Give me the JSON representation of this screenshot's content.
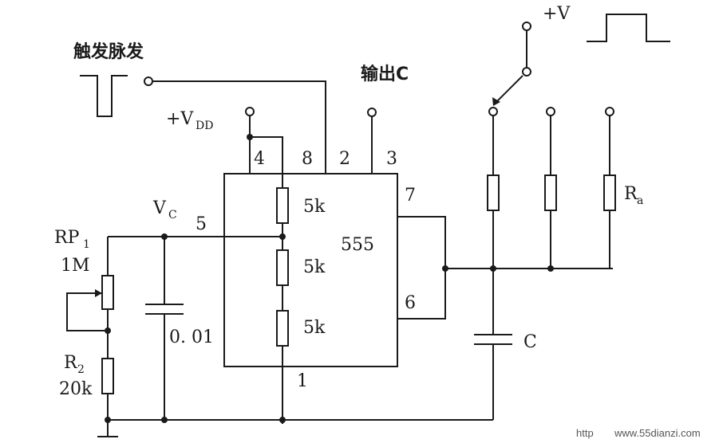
{
  "labels": {
    "trigger_pulse": "触发脉发",
    "vdd_plus": "+V",
    "vdd_sub": "DD",
    "output": "输出C",
    "v_plus": "+V",
    "pin4": "4",
    "pin8": "8",
    "pin2": "2",
    "pin3": "3",
    "pin7": "7",
    "pin5": "5",
    "pin6": "6",
    "pin1": "1",
    "res_top": "5k",
    "res_mid": "5k",
    "res_bot": "5k",
    "chip": "555",
    "vc_main": "V",
    "vc_sub": "C",
    "rp1_main": "RP",
    "rp1_sub": "1",
    "rp1_value": "1M",
    "r2_main": "R",
    "r2_sub": "2",
    "r2_value": "20k",
    "cap_value": "0. 01",
    "ra_main": "R",
    "ra_sub": "a",
    "cap_c": "C",
    "watermark_left": "http",
    "watermark_right": "www.55dianzi.com"
  },
  "colors": {
    "ink": "#1a1a1a",
    "background": "#ffffff"
  }
}
